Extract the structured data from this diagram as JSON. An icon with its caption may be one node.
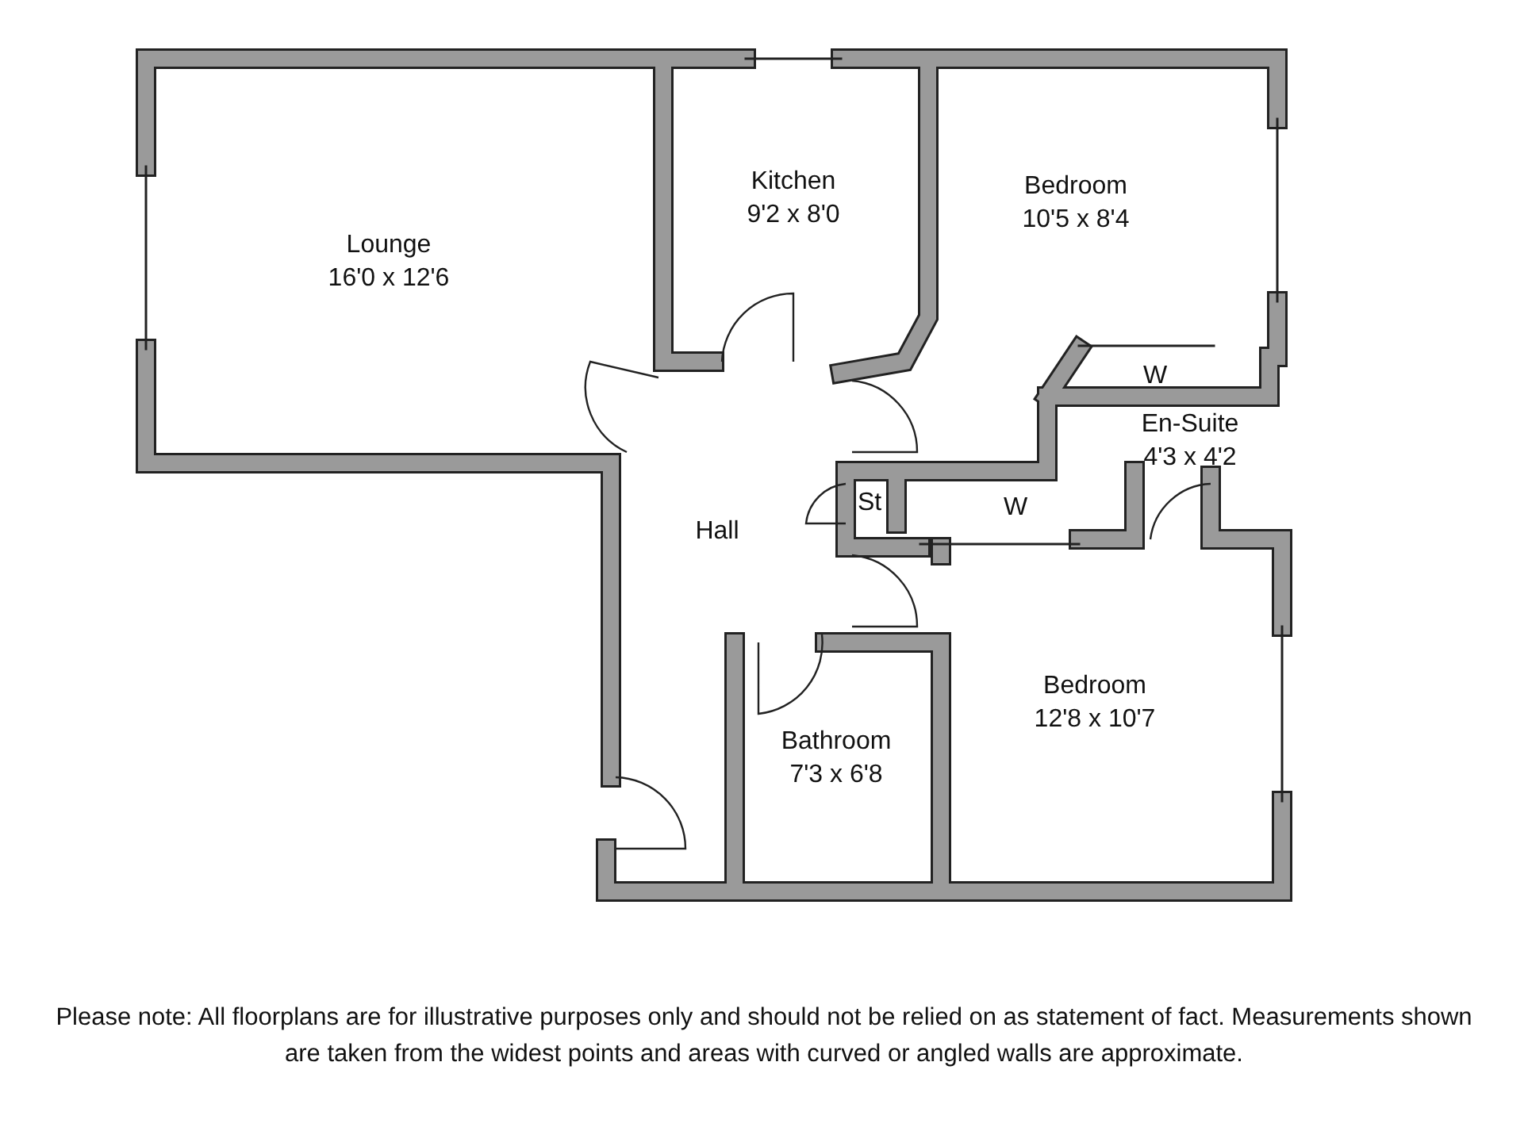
{
  "diagram": {
    "caption": "Please note: All floorplans are for illustrative purposes only and should not be relied on as statement of fact. Measurements shown are taken from the widest points and areas with curved or angled walls are approximate.",
    "nodes": [
      {
        "text": [
          "Lounge",
          "16'0 x 12'6"
        ]
      },
      {
        "text": [
          "Kitchen",
          "9'2 x 8'0"
        ]
      },
      {
        "text": [
          "Bedroom",
          "10'5 x 8'4"
        ]
      },
      {
        "text": [
          "W"
        ]
      },
      {
        "text": [
          "En-Suite",
          "4'3 x 4'2"
        ]
      },
      {
        "text": [
          "St"
        ]
      },
      {
        "text": [
          "W"
        ]
      },
      {
        "text": [
          "Hall"
        ]
      },
      {
        "text": [
          "Bedroom",
          "12'8 x 10'7"
        ]
      },
      {
        "text": [
          "Bathroom",
          "7'3 x 6'8"
        ]
      }
    ]
  }
}
